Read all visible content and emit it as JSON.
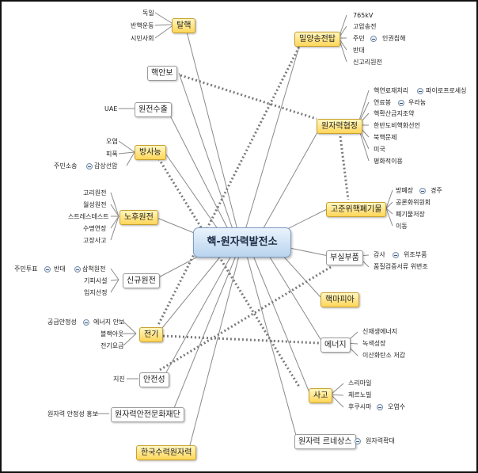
{
  "center": "핵-원자력발전소",
  "left": {
    "talhaek": {
      "label": "탈핵",
      "items": [
        "독일",
        "반핵운동",
        "시민사회"
      ]
    },
    "haekanbo": {
      "label": "핵안보"
    },
    "wonjeonsuchul": {
      "label": "원전수출",
      "items": [
        "UAE"
      ]
    },
    "bangsaneung": {
      "label": "방사능",
      "items": [
        "오염",
        "피폭",
        "갑상선암"
      ],
      "subitem": "주민소송"
    },
    "nohuwonjeon": {
      "label": "노후원전",
      "items": [
        "고리원전",
        "월성원전",
        "스트레스테스트",
        "수명연장",
        "고장사고"
      ]
    },
    "singyuwonjeon": {
      "label": "신규원전",
      "items": [
        "삼척원전",
        "기피시설",
        "입지선정"
      ],
      "sub1": "주민투표",
      "sub2": "반대"
    },
    "jeongi": {
      "label": "전기",
      "items": [
        "에너지 안보",
        "블랙아웃",
        "전기요금"
      ],
      "subitem": "공급안정성"
    },
    "anjeonseong": {
      "label": "안전성",
      "items": [
        "지진"
      ]
    },
    "munhwa": {
      "label": "원자력안전문화재단",
      "items": [
        "원자력 안정성 홍보"
      ]
    },
    "hansu": {
      "label": "한국수력원자력"
    }
  },
  "right": {
    "miryang": {
      "label": "밀양송전탑",
      "items": [
        "765kV",
        "고압송전",
        "주민",
        "반대",
        "신고리원전"
      ],
      "subitem": "인권침해"
    },
    "hyeopjeong": {
      "label": "원자력협정",
      "items": [
        "핵연료재처리",
        "연료봉",
        "핵확산금지조약",
        "한반도비핵화선언",
        "북핵문제",
        "미국",
        "평화적이용"
      ],
      "sub1": "파이로프로세싱",
      "sub2": "우라늄"
    },
    "pyegimul": {
      "label": "고준위핵폐기물",
      "items": [
        "방폐장",
        "공론화위원회",
        "폐기물저장",
        "이동"
      ],
      "subitem": "경주"
    },
    "busilbupum": {
      "label": "부실부품",
      "items": [
        "감사",
        "품질검증서류 위변조"
      ],
      "subitem": "위조부품"
    },
    "haekmafia": {
      "label": "핵마피아"
    },
    "energy": {
      "label": "에너지",
      "items": [
        "신재생에너지",
        "녹색성장",
        "이산화탄소 저감"
      ]
    },
    "sago": {
      "label": "사고",
      "items": [
        "스리마일",
        "체르노빌",
        "후쿠시마"
      ],
      "subitem": "오염수"
    },
    "renaissance": {
      "label": "원자력 르네상스",
      "items": [
        "원자력확대"
      ]
    }
  }
}
